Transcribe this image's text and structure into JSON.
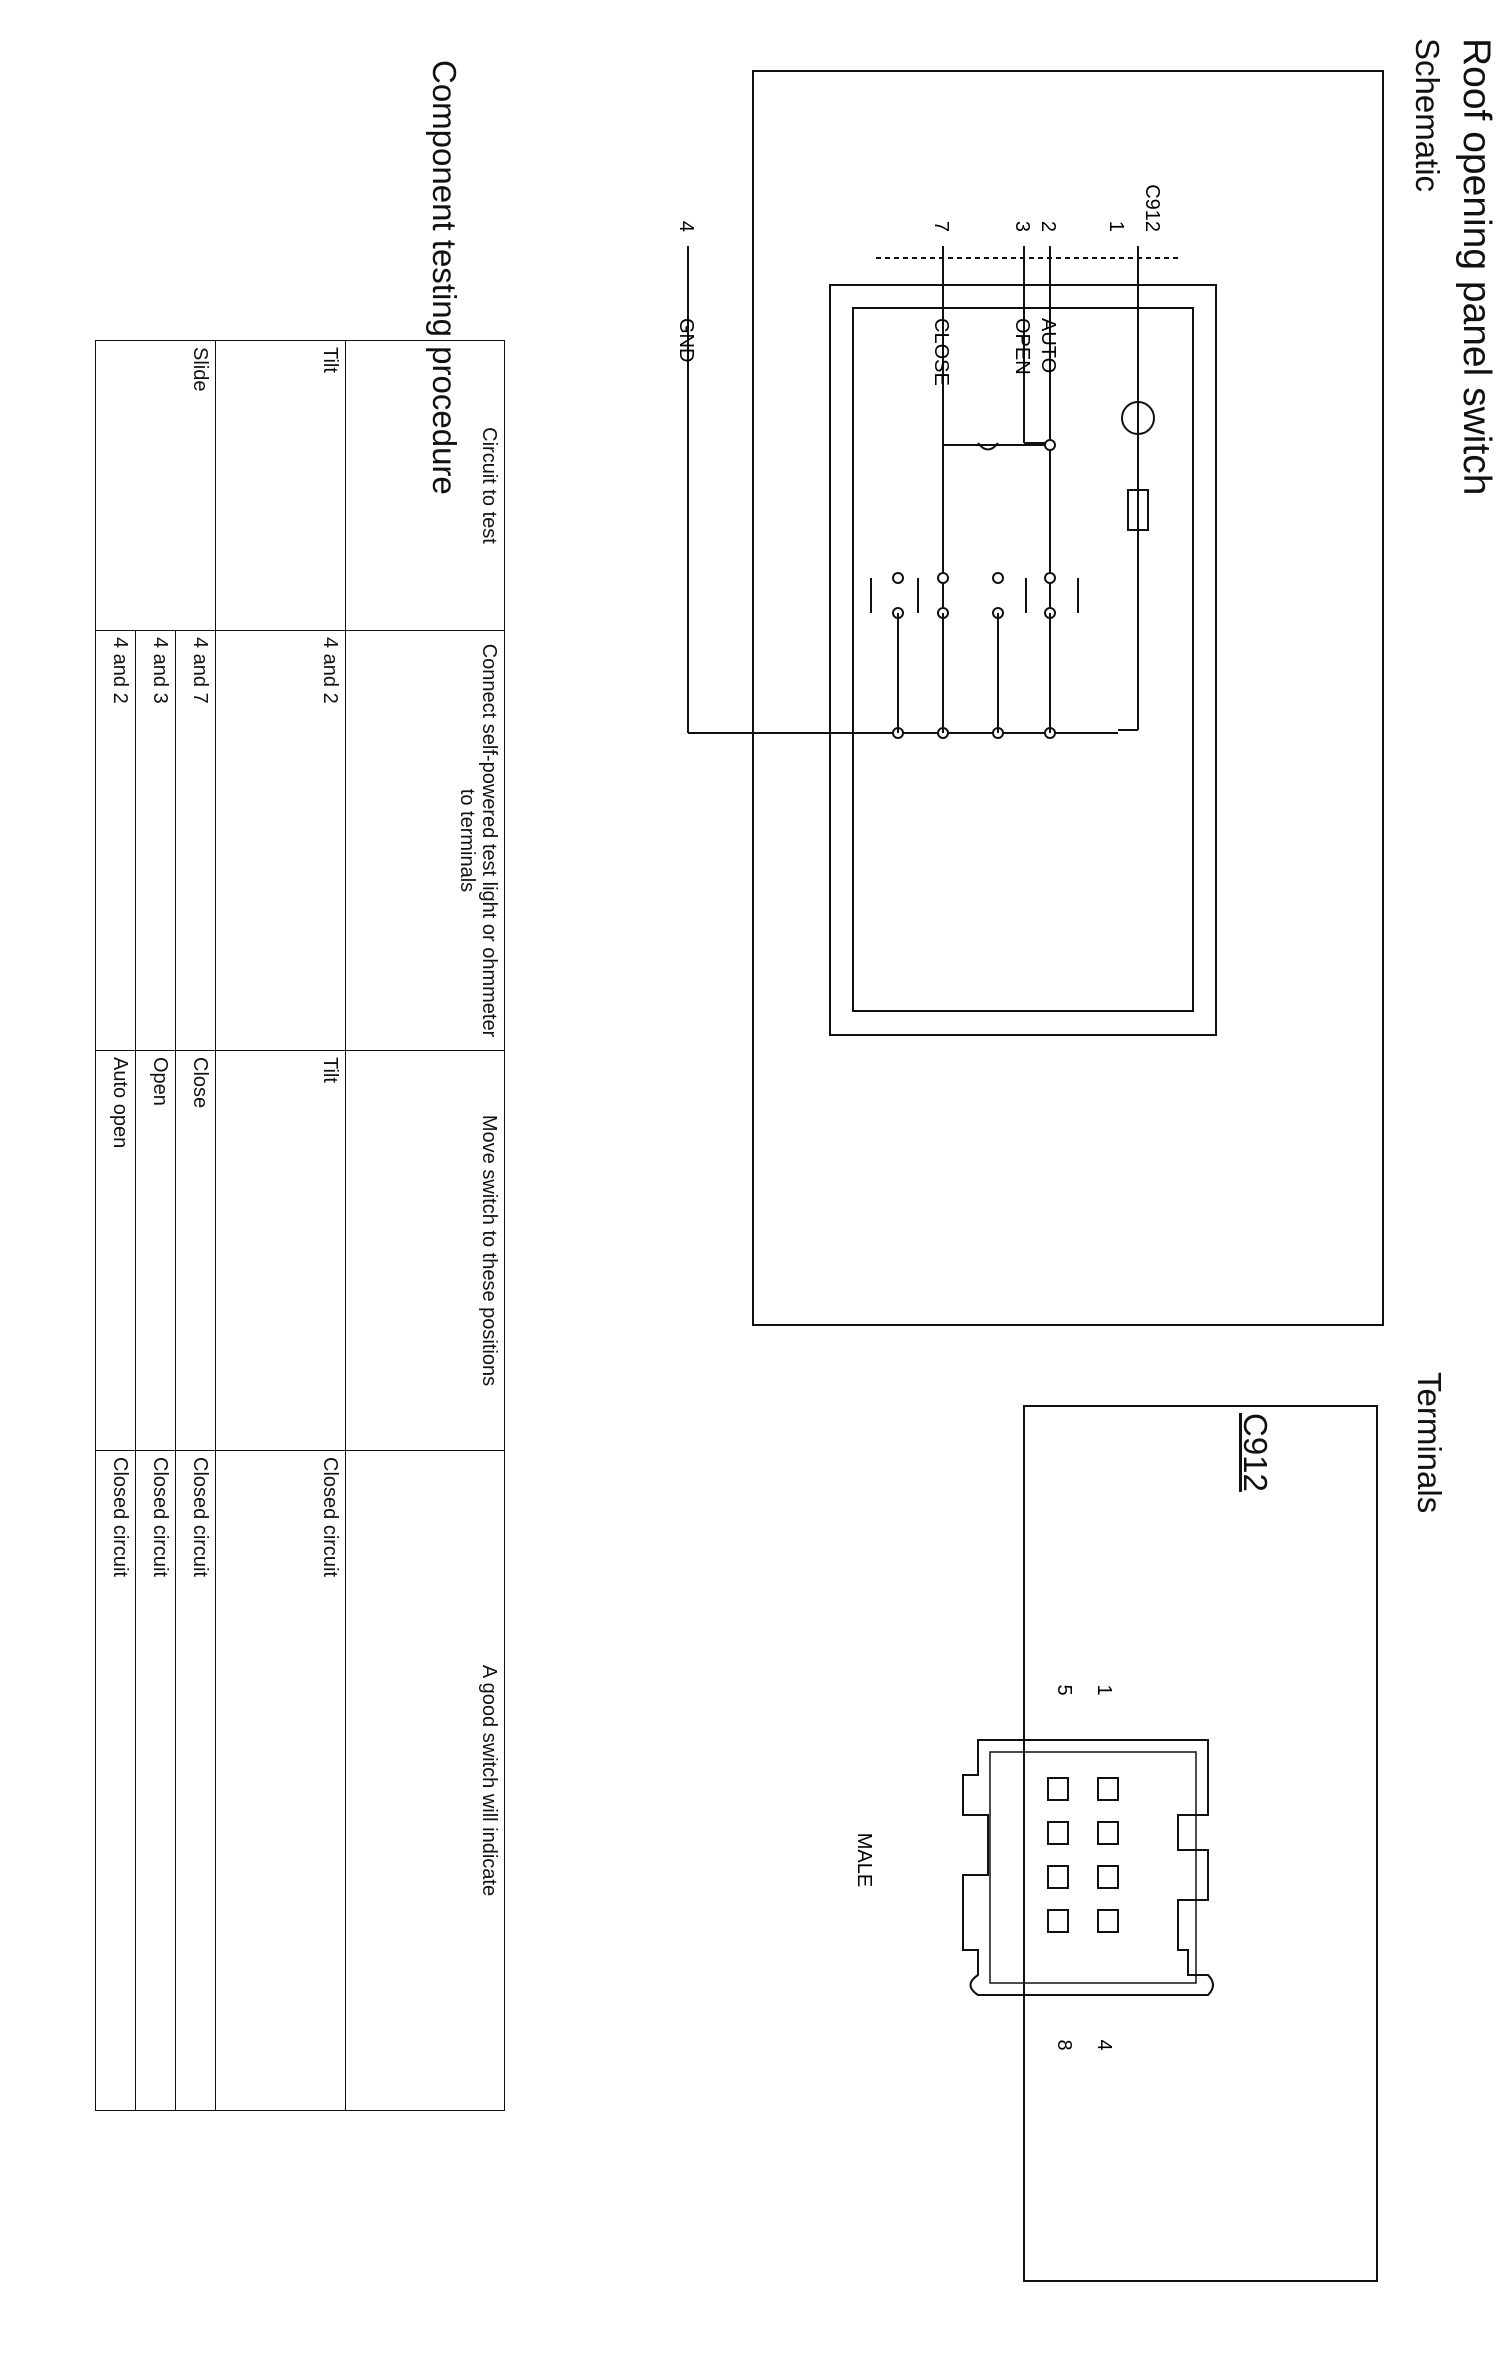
{
  "title": "Roof opening panel switch",
  "schematic": {
    "heading": "Schematic",
    "connector": "C912",
    "pins": [
      "1",
      "2",
      "3",
      "7",
      "4"
    ],
    "signals": [
      "AUTO",
      "OPEN",
      "CLOSE",
      "GND"
    ]
  },
  "terminals": {
    "heading": "Terminals",
    "connector": "C912",
    "pin_labels": [
      "1",
      "5",
      "4",
      "8"
    ],
    "gender": "MALE"
  },
  "procedure": {
    "heading": "Component testing procedure",
    "headers": [
      "Circuit to test",
      "Connect self-powered test light or ohmmeter to terminals",
      "Move switch to these positions",
      "A good switch will indicate"
    ],
    "groups": [
      {
        "circuit": "Tilt",
        "rows": [
          {
            "terminals": "4 and 2",
            "position": "Tilt",
            "result": "Closed circuit"
          }
        ]
      },
      {
        "circuit": "Slide",
        "rows": [
          {
            "terminals": "4 and 7",
            "position": "Close",
            "result": "Closed circuit"
          },
          {
            "terminals": "4 and 3",
            "position": "Open",
            "result": "Closed circuit"
          },
          {
            "terminals": "4 and 2",
            "position": "Auto open",
            "result": "Closed circuit"
          }
        ]
      }
    ]
  }
}
